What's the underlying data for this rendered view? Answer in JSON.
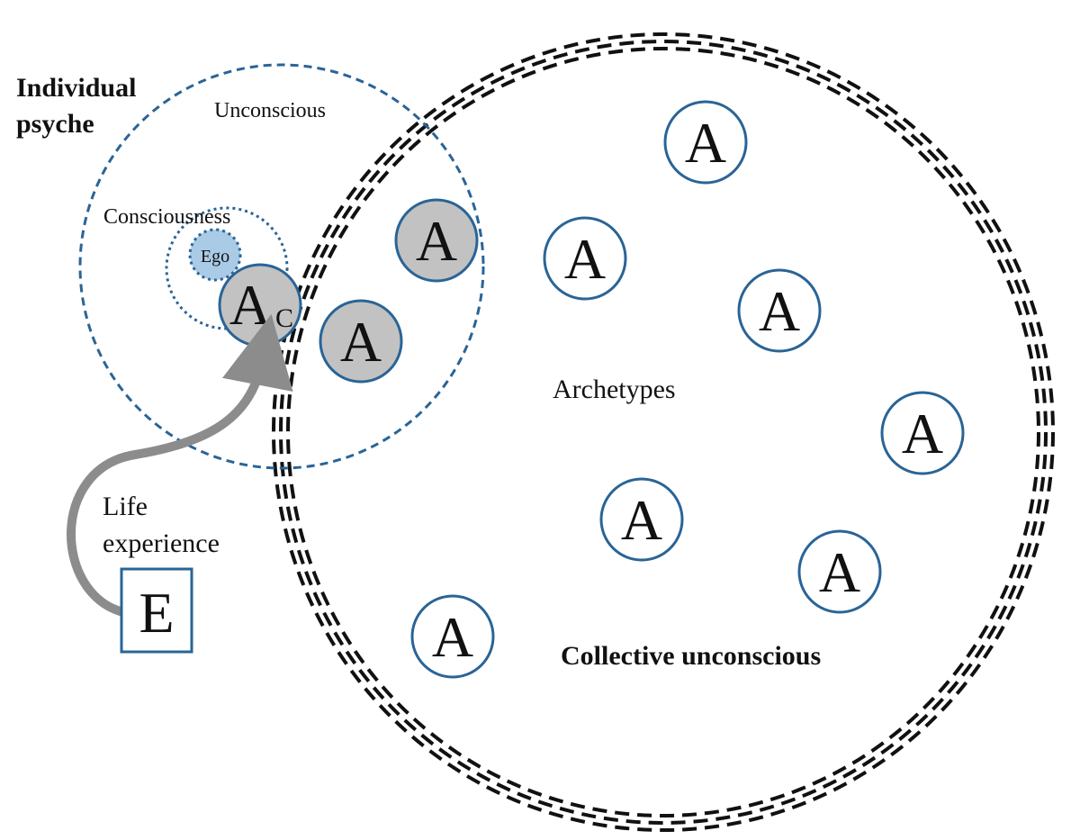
{
  "title": "Individual psyche",
  "title_line1": "Individual",
  "title_line2": "psyche",
  "unconscious_label": "Unconscious",
  "consciousness_label": "Consciousness",
  "ego_label": "Ego",
  "complex_letter": "A",
  "complex_subscript": "C",
  "archetype_letter": "A",
  "archetypes_label": "Archetypes",
  "life_experience_line1": "Life",
  "life_experience_line2": "experience",
  "experience_letter": "E",
  "collective_label": "Collective unconscious",
  "colors": {
    "outline_blue": "#2a6496",
    "archetype_fill_grey": "#c2c2c2",
    "ego_fill": "#aacbe6",
    "arrow_grey": "#8c8c8c",
    "collective_border": "#111111"
  }
}
